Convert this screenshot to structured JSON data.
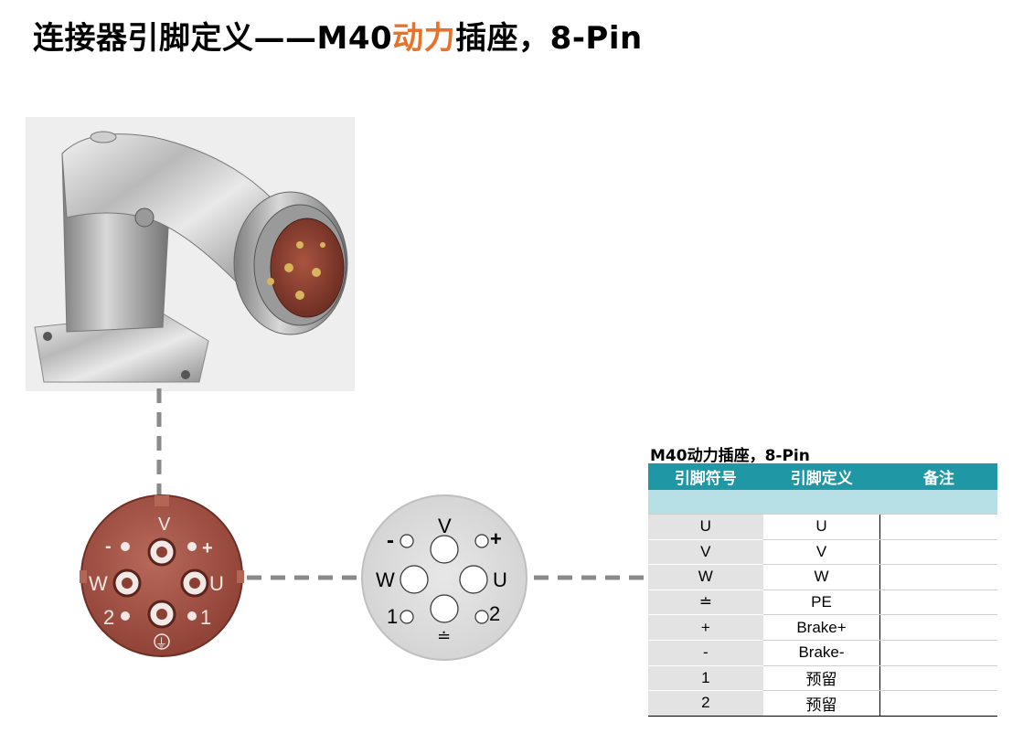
{
  "title": {
    "prefix": "连接器引脚定义——M40",
    "accent": "动力",
    "suffix": "插座，8-Pin",
    "accent_color": "#e8722a"
  },
  "photo_face_labels": {
    "top": "V",
    "minus": "-",
    "plus": "+",
    "left": "W",
    "right": "U",
    "bottom_left": "2",
    "bottom_right": "1",
    "earth": "⏚"
  },
  "diagram_face_labels": {
    "top": "V",
    "minus": "-",
    "plus": "+",
    "left": "W",
    "right": "U",
    "bottom_left": "1",
    "bottom_right": "2",
    "earth": "≐"
  },
  "table": {
    "title": "M40动力插座，8-Pin",
    "header_color": "#2097a4",
    "subheader_color": "#b7dfe6",
    "columns": [
      "引脚符号",
      "引脚定义",
      "备注"
    ],
    "rows": [
      {
        "symbol": "U",
        "definition": "U",
        "note": ""
      },
      {
        "symbol": "V",
        "definition": "V",
        "note": ""
      },
      {
        "symbol": "W",
        "definition": "W",
        "note": ""
      },
      {
        "symbol": "≐",
        "definition": "PE",
        "note": ""
      },
      {
        "symbol": "+",
        "definition": "Brake+",
        "note": ""
      },
      {
        "symbol": "-",
        "definition": "Brake-",
        "note": ""
      },
      {
        "symbol": "1",
        "definition": "预留",
        "note": ""
      },
      {
        "symbol": "2",
        "definition": "预留",
        "note": ""
      }
    ]
  }
}
